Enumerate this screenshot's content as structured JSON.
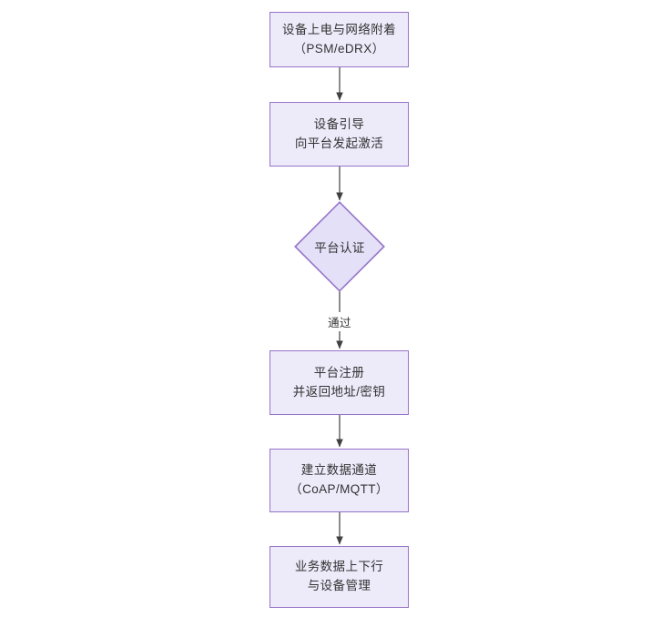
{
  "diagram": {
    "type": "flowchart",
    "orientation": "top-to-bottom",
    "background_color": "#ffffff",
    "node_fill_color": "#edebfa",
    "node_border_color": "#9673c8",
    "text_color": "#333333",
    "edge_color": "#404040",
    "nodes": [
      {
        "id": "n1",
        "shape": "rectangle",
        "lines": [
          "设备上电与网络附着",
          "（PSM/eDRX）"
        ]
      },
      {
        "id": "n2",
        "shape": "rectangle",
        "lines": [
          "设备引导",
          "向平台发起激活"
        ]
      },
      {
        "id": "n3",
        "shape": "diamond",
        "lines": [
          "平台认证"
        ]
      },
      {
        "id": "n4",
        "shape": "rectangle",
        "lines": [
          "平台注册",
          "并返回地址/密钥"
        ]
      },
      {
        "id": "n5",
        "shape": "rectangle",
        "lines": [
          "建立数据通道",
          "（CoAP/MQTT）"
        ]
      },
      {
        "id": "n6",
        "shape": "rectangle",
        "lines": [
          "业务数据上下行",
          "与设备管理"
        ]
      }
    ],
    "edges": [
      {
        "id": "e1",
        "from": "n1",
        "to": "n2",
        "label": ""
      },
      {
        "id": "e2",
        "from": "n2",
        "to": "n3",
        "label": ""
      },
      {
        "id": "e3",
        "from": "n3",
        "to": "n4",
        "label": "通过"
      },
      {
        "id": "e4",
        "from": "n4",
        "to": "n5",
        "label": ""
      },
      {
        "id": "e5",
        "from": "n5",
        "to": "n6",
        "label": ""
      }
    ]
  }
}
